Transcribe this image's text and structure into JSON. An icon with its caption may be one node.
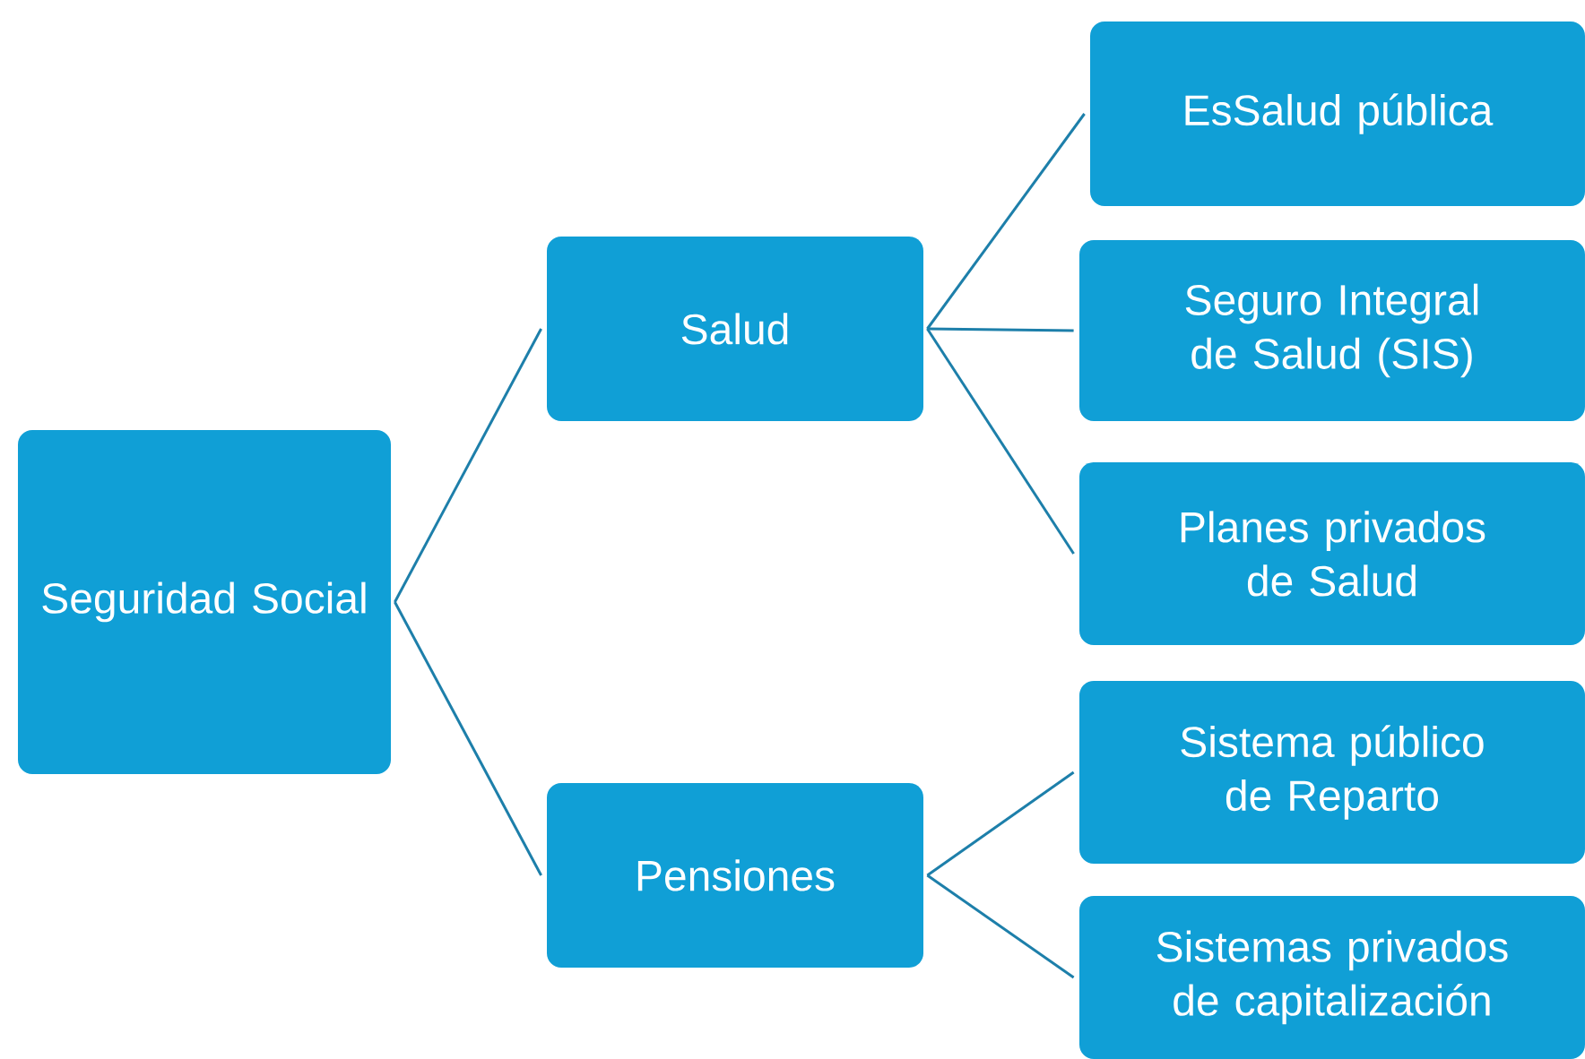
{
  "diagram": {
    "nodes": [
      {
        "text": [
          "Seguridad Social"
        ]
      },
      {
        "text": [
          "Salud"
        ]
      },
      {
        "text": [
          "Pensiones"
        ]
      },
      {
        "text": [
          "EsSalud pública"
        ]
      },
      {
        "text": [
          "Seguro Integral de Salud (SIS)"
        ]
      },
      {
        "text": [
          "Planes privados de Salud"
        ]
      },
      {
        "text": [
          "Sistema público de Reparto"
        ]
      },
      {
        "text": [
          "Sistemas privados de capitalización"
        ]
      }
    ],
    "edges": [
      {
        "from": 0,
        "to": 1,
        "arrow": "none"
      },
      {
        "from": 0,
        "to": 2,
        "arrow": "none"
      },
      {
        "from": 1,
        "to": 3,
        "arrow": "none"
      },
      {
        "from": 1,
        "to": 4,
        "arrow": "none"
      },
      {
        "from": 1,
        "to": 5,
        "arrow": "none"
      },
      {
        "from": 2,
        "to": 6,
        "arrow": "none"
      },
      {
        "from": 2,
        "to": 7,
        "arrow": "none"
      }
    ]
  }
}
